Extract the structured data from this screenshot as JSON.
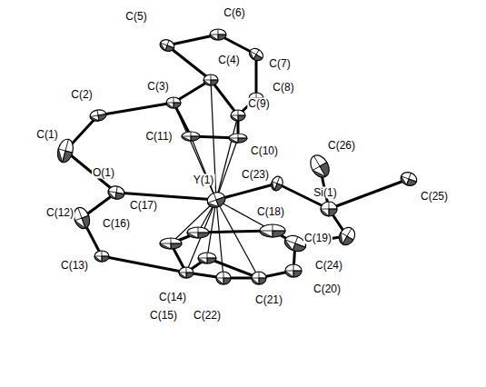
{
  "diagram": {
    "labels": [
      "C(5)",
      "C(6)",
      "C(7)",
      "C(4)",
      "C(8)",
      "C(2)",
      "C(3)",
      "C(9)",
      "C(1)",
      "C(11)",
      "C(10)",
      "C(26)",
      "Y(1)",
      "C(23)",
      "Si(1)",
      "C(25)",
      "O(1)",
      "C(17)",
      "C(18)",
      "C(16)",
      "C(19)",
      "C(12)",
      "C(24)",
      "C(20)",
      "C(13)",
      "C(14)",
      "C(21)",
      "C(15)",
      "C(22)"
    ]
  }
}
